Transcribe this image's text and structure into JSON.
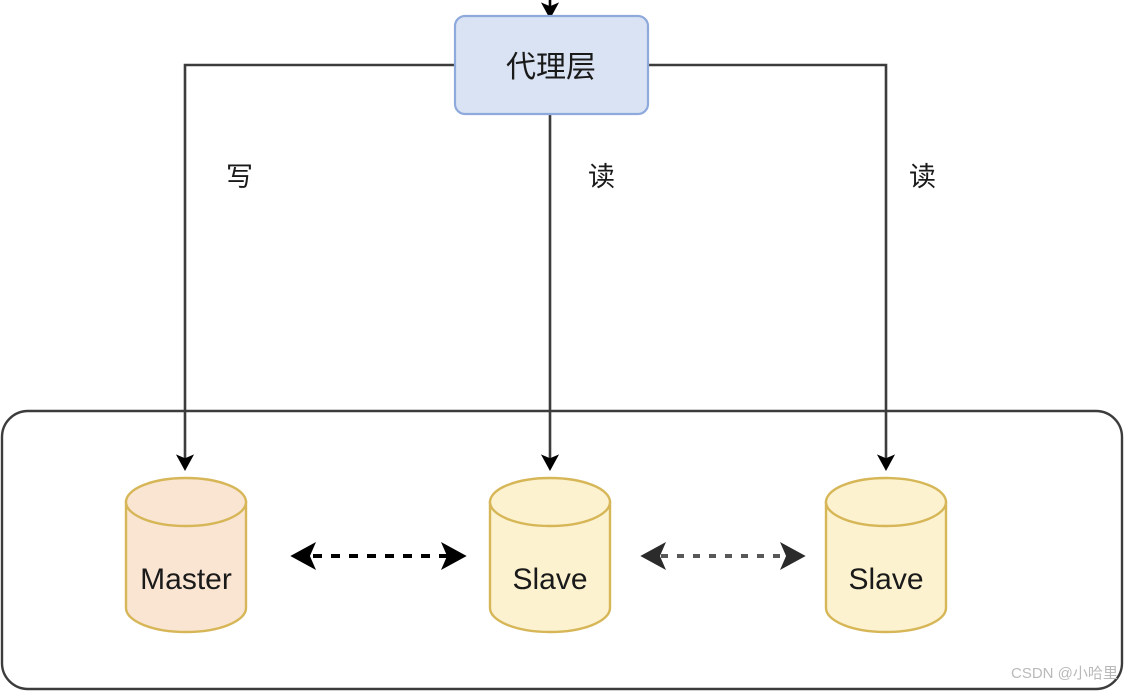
{
  "diagram": {
    "type": "architecture-diagram",
    "title_node": {
      "label": "代理层",
      "fill": "#dae3f3",
      "stroke": "#8ea9db"
    },
    "group_container": {
      "stroke": "#3c3c3c",
      "fill": "none"
    },
    "edge_labels": {
      "write": "写",
      "read_middle": "读",
      "read_right": "读"
    },
    "databases": [
      {
        "id": "master",
        "label": "Master",
        "fill": "#fae5d3",
        "stroke": "#d6b656",
        "role": "write-node"
      },
      {
        "id": "slave-1",
        "label": "Slave",
        "fill": "#fcf2cf",
        "stroke": "#d6b656",
        "role": "read-node"
      },
      {
        "id": "slave-2",
        "label": "Slave",
        "fill": "#fcf2cf",
        "stroke": "#d6b656",
        "role": "read-node"
      }
    ],
    "sync_links": [
      {
        "from": "master",
        "to": "slave-1",
        "style": "dashed-bidirectional",
        "color": "#000000"
      },
      {
        "from": "slave-1",
        "to": "slave-2",
        "style": "dashed-bidirectional",
        "color": "#555555"
      }
    ],
    "line_color": "#3c3c3c"
  },
  "watermark": {
    "text": "CSDN @小哈里"
  }
}
